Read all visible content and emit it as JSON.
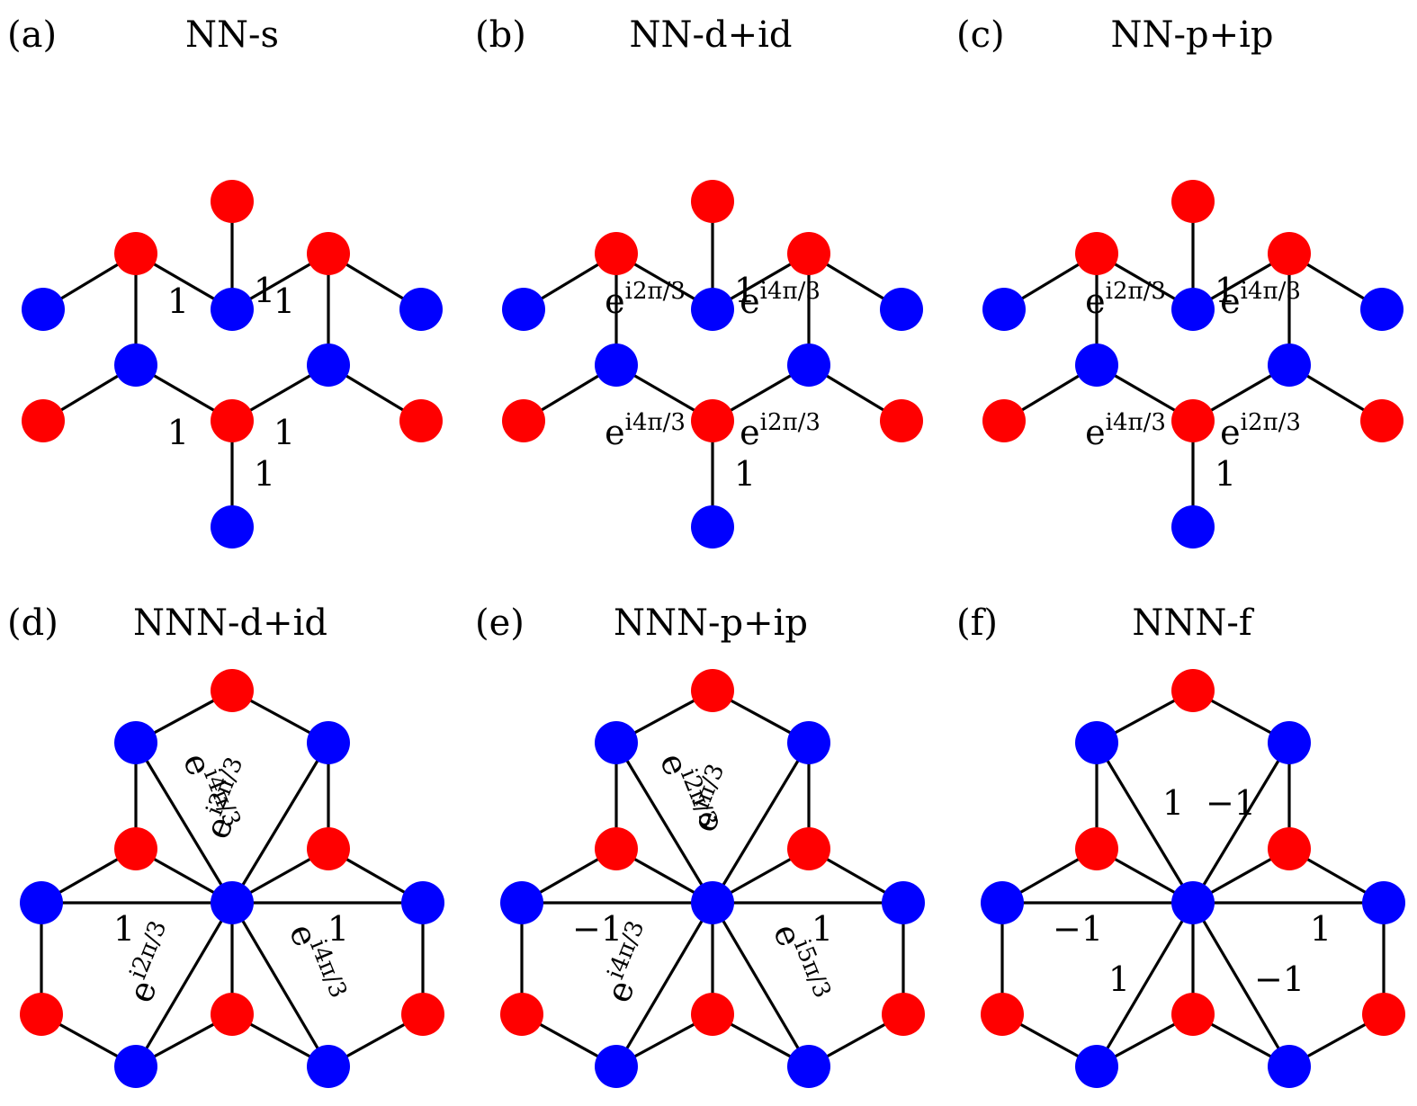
{
  "colors": {
    "site_a": "#ff0000",
    "site_b": "#0000ff",
    "bond": "#000000"
  },
  "panels": [
    {
      "letter": "(a)",
      "title": "NN-s",
      "labels": [
        {
          "base": "1"
        },
        {
          "base": "1"
        },
        {
          "base": "1"
        },
        {
          "base": "1"
        },
        {
          "base": "1"
        },
        {
          "base": "1"
        }
      ]
    },
    {
      "letter": "(b)",
      "title": "NN-d+id",
      "labels": [
        {
          "base": "1"
        },
        {
          "base": "e",
          "sup": "i2π/3"
        },
        {
          "base": "e",
          "sup": "i4π/3"
        },
        {
          "base": "e",
          "sup": "i4π/3"
        },
        {
          "base": "e",
          "sup": "i2π/3"
        },
        {
          "base": "1"
        }
      ]
    },
    {
      "letter": "(c)",
      "title": "NN-p+ip",
      "labels": [
        {
          "base": "1"
        },
        {
          "base": "e",
          "sup": "i2π/3"
        },
        {
          "base": "e",
          "sup": "i4π/3"
        },
        {
          "base": "e",
          "sup": "i4π/3"
        },
        {
          "base": "e",
          "sup": "i2π/3"
        },
        {
          "base": "1"
        }
      ]
    },
    {
      "letter": "(d)",
      "title": "NNN-d+id",
      "labels": [
        {
          "base": "e",
          "sup": "i4π/3"
        },
        {
          "base": "e",
          "sup": "i2π/3"
        },
        {
          "base": "1"
        },
        {
          "base": "1"
        },
        {
          "base": "e",
          "sup": "i2π/3"
        },
        {
          "base": "e",
          "sup": "i4π/3"
        }
      ]
    },
    {
      "letter": "(e)",
      "title": "NNN-p+ip",
      "labels": [
        {
          "base": "e",
          "sup": "i2π/3"
        },
        {
          "base": "e",
          "sup": "iπ/3"
        },
        {
          "base": "−1"
        },
        {
          "base": "1"
        },
        {
          "base": "e",
          "sup": "i4π/3"
        },
        {
          "base": "e",
          "sup": "i5π/3"
        }
      ]
    },
    {
      "letter": "(f)",
      "title": "NNN-f",
      "labels": [
        {
          "base": "1"
        },
        {
          "base": "−1"
        },
        {
          "base": "−1"
        },
        {
          "base": "1"
        },
        {
          "base": "1"
        },
        {
          "base": "−1"
        }
      ]
    }
  ]
}
